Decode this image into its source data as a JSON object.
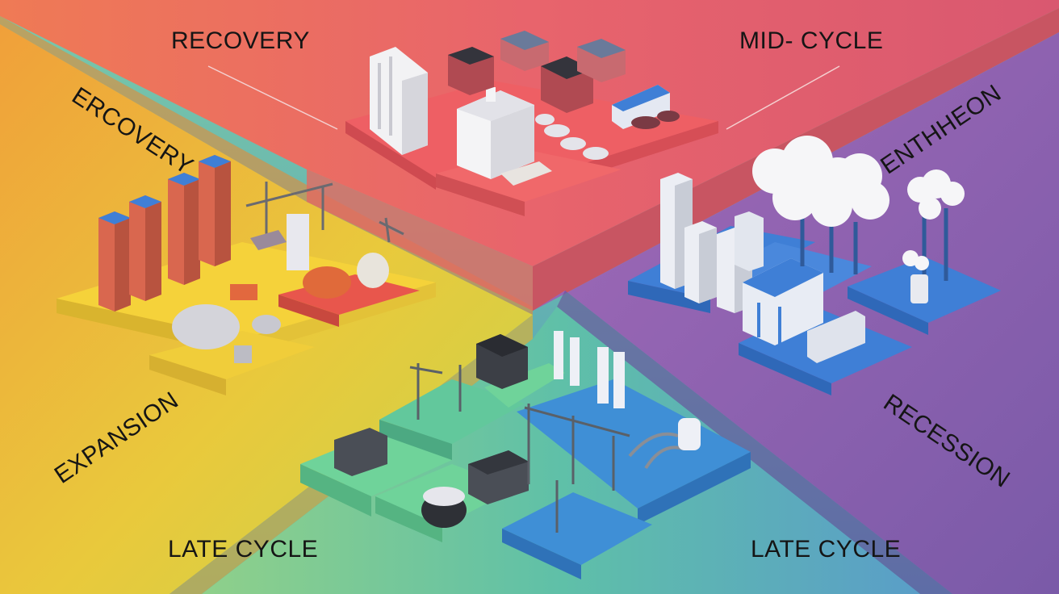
{
  "labels": {
    "recovery_top": "RECOVERY",
    "mid_cycle": "MID- CYCLE",
    "ercovery": "ERCOVERY",
    "enthheon": "ENTHHEON",
    "expansion": "EXPANSION",
    "recession": "RECESSION",
    "late_cycle_left": "LATE CYCLE",
    "late_cycle_right": "LATE CYCLE"
  },
  "colors": {
    "recovery_zone": "#e8646c",
    "expansion_zone": "#f2c23a",
    "late_cycle_zone": "#6fc7a0",
    "recession_zone": "#8a5fb0",
    "building_blue": "#3f7fd6",
    "brick": "#d9674f"
  }
}
